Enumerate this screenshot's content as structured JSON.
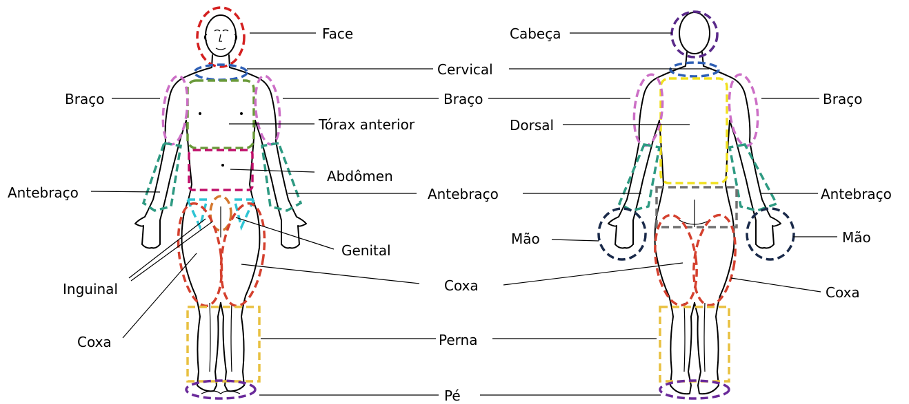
{
  "front": {
    "face": "Face",
    "cervical": "Cervical",
    "braco_left": "Braço",
    "braco_right": "Braço",
    "torax": "Tórax anterior",
    "abdomen": "Abdômen",
    "antebraco_left": "Antebraço",
    "antebraco_right": "Antebraço",
    "genital": "Genital",
    "inguinal": "Inguinal",
    "coxa_left": "Coxa",
    "coxa_center": "Coxa",
    "perna": "Perna",
    "pe": "Pé"
  },
  "back": {
    "cabeca": "Cabeça",
    "braco_left": "Braço",
    "braco_right": "Braço",
    "dorsal": "Dorsal",
    "antebraco_right": "Antebraço",
    "mao_left": "Mão",
    "mao_right": "Mão",
    "coxa_right": "Coxa"
  },
  "colors": {
    "face": "#d42020",
    "cervical": "#2e5fb5",
    "braco": "#cc6fc6",
    "torax": "#6a9a3a",
    "antebraco": "#2e9a82",
    "abdomen": "#c0106a",
    "genital_triangle": "#2ec4d4",
    "genital_center": "#d4782e",
    "coxa": "#d4402e",
    "perna": "#e8c040",
    "pe": "#6a2a9a",
    "cabeca": "#5a2a8a",
    "dorsal": "#f0e020",
    "gluteo": "#707070",
    "mao": "#1a2a4a"
  }
}
